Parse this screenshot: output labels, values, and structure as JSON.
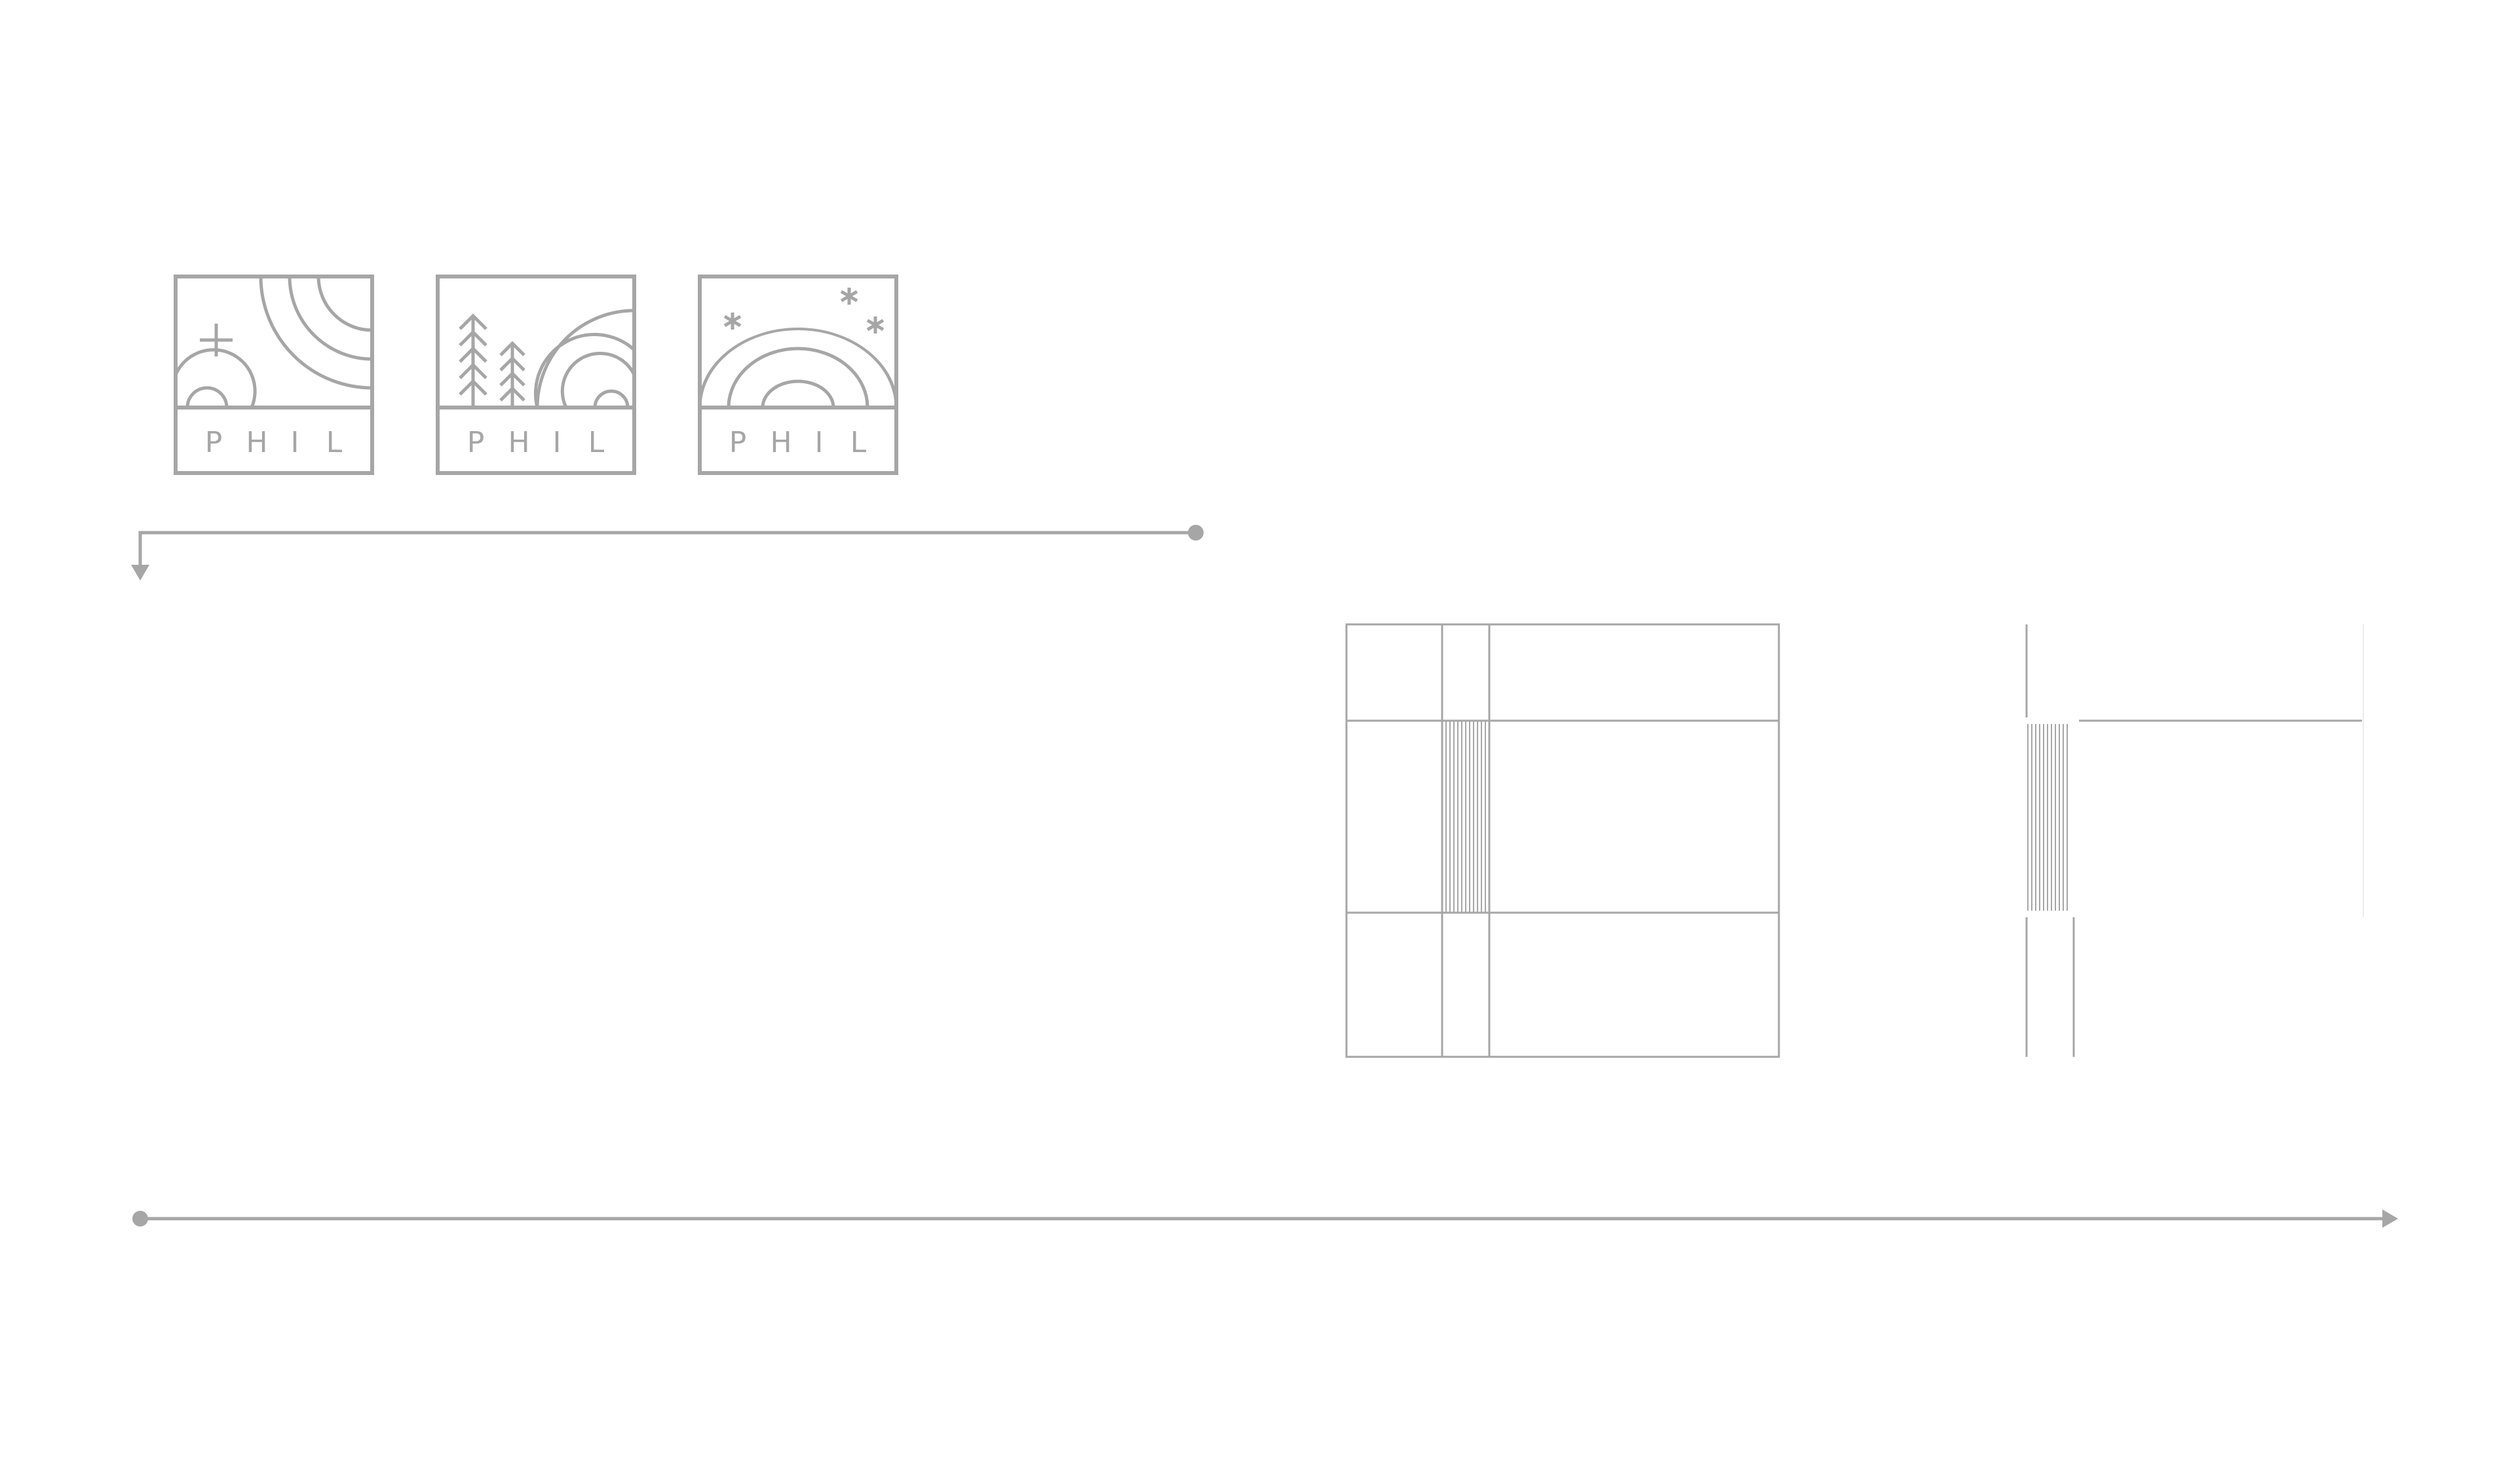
{
  "colors": {
    "line": "#a6a6a6",
    "background": "#ffffff"
  },
  "logos": [
    {
      "variant": "sun-rays-plus",
      "letters": [
        "P",
        "H",
        "I",
        "L"
      ]
    },
    {
      "variant": "pine-trees-and-rings",
      "letters": [
        "P",
        "H",
        "I",
        "L"
      ]
    },
    {
      "variant": "rainbow-with-stars",
      "letters": [
        "P",
        "H",
        "I",
        "L"
      ]
    }
  ],
  "diagram": {
    "grid_layout": "square-grid-with-hatched-cell",
    "partial_layout": "grid-fragment-with-hatched-column",
    "connector_top": "arrow-down-left",
    "connector_bottom": "arrow-right"
  }
}
